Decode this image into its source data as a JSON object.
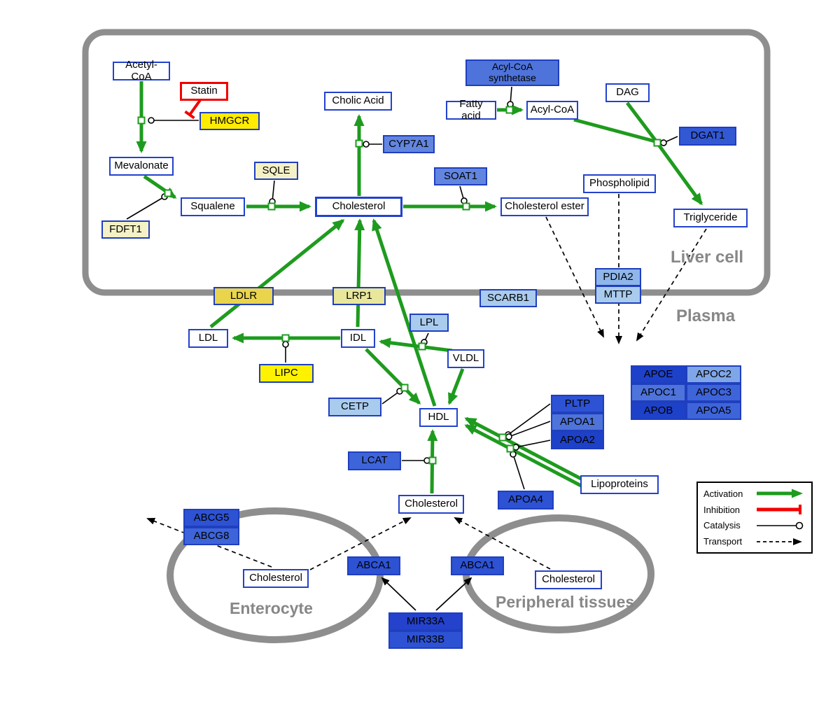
{
  "compartments": {
    "liver_cell": {
      "label": "Liver cell"
    },
    "plasma": {
      "label": "Plasma"
    },
    "enterocyte": {
      "label": "Enterocyte"
    },
    "peripheral_tissues": {
      "label": "Peripheral tissues"
    }
  },
  "nodes": {
    "acetyl_coa": {
      "label": "Acetyl-CoA"
    },
    "statin": {
      "label": "Statin"
    },
    "hmgcr": {
      "label": "HMGCR"
    },
    "mevalonate": {
      "label": "Mevalonate"
    },
    "fdft1": {
      "label": "FDFT1"
    },
    "squalene": {
      "label": "Squalene"
    },
    "sqle": {
      "label": "SQLE"
    },
    "cholesterol_liver": {
      "label": "Cholesterol"
    },
    "cholic_acid": {
      "label": "Cholic Acid"
    },
    "cyp7a1": {
      "label": "CYP7A1"
    },
    "soat1": {
      "label": "SOAT1"
    },
    "cholesterol_ester": {
      "label": "Cholesterol ester"
    },
    "acyl_coa_synthetase": {
      "label": "Acyl-CoA synthetase"
    },
    "fatty_acid": {
      "label": "Fatty acid"
    },
    "acyl_coa": {
      "label": "Acyl-CoA"
    },
    "dag": {
      "label": "DAG"
    },
    "dgat1": {
      "label": "DGAT1"
    },
    "phospholipid": {
      "label": "Phospholipid"
    },
    "triglyceride": {
      "label": "Triglyceride"
    },
    "pdia2": {
      "label": "PDIA2"
    },
    "mttp": {
      "label": "MTTP"
    },
    "ldlr": {
      "label": "LDLR"
    },
    "lrp1": {
      "label": "LRP1"
    },
    "scarb1": {
      "label": "SCARB1"
    },
    "ldl": {
      "label": "LDL"
    },
    "idl": {
      "label": "IDL"
    },
    "lpl": {
      "label": "LPL"
    },
    "vldl": {
      "label": "VLDL"
    },
    "lipc": {
      "label": "LIPC"
    },
    "cetp": {
      "label": "CETP"
    },
    "hdl": {
      "label": "HDL"
    },
    "lcat": {
      "label": "LCAT"
    },
    "pltp": {
      "label": "PLTP"
    },
    "apoa1": {
      "label": "APOA1"
    },
    "apoa2": {
      "label": "APOA2"
    },
    "apoa4": {
      "label": "APOA4"
    },
    "lipoproteins": {
      "label": "Lipoproteins"
    },
    "apoe": {
      "label": "APOE"
    },
    "apoc2": {
      "label": "APOC2"
    },
    "apoc1": {
      "label": "APOC1"
    },
    "apoc3": {
      "label": "APOC3"
    },
    "apob": {
      "label": "APOB"
    },
    "apoa5": {
      "label": "APOA5"
    },
    "cholesterol_plasma": {
      "label": "Cholesterol"
    },
    "abcg5": {
      "label": "ABCG5"
    },
    "abcg8": {
      "label": "ABCG8"
    },
    "cholesterol_enterocyte": {
      "label": "Cholesterol"
    },
    "abca1_enterocyte": {
      "label": "ABCA1"
    },
    "abca1_peripheral": {
      "label": "ABCA1"
    },
    "cholesterol_peripheral": {
      "label": "Cholesterol"
    },
    "mir33a": {
      "label": "MIR33A"
    },
    "mir33b": {
      "label": "MIR33B"
    }
  },
  "legend": {
    "activation": "Activation",
    "inhibition": "Inhibition",
    "catalysis": "Catalysis",
    "transport": "Transport"
  },
  "colors": {
    "activation": "#1e9b1e",
    "inhibition": "#f20000",
    "membrane": "#8e8e8e",
    "metabolite_border": "#2342cc",
    "gene_dark_blue": "#1e41c9",
    "gene_blue": "#2d52d4",
    "gene_mid_blue": "#4e73da",
    "gene_pale_blue": "#a9cbee",
    "gene_yellow": "#ffec00",
    "gene_pale_yellow": "#f4f1c6"
  }
}
